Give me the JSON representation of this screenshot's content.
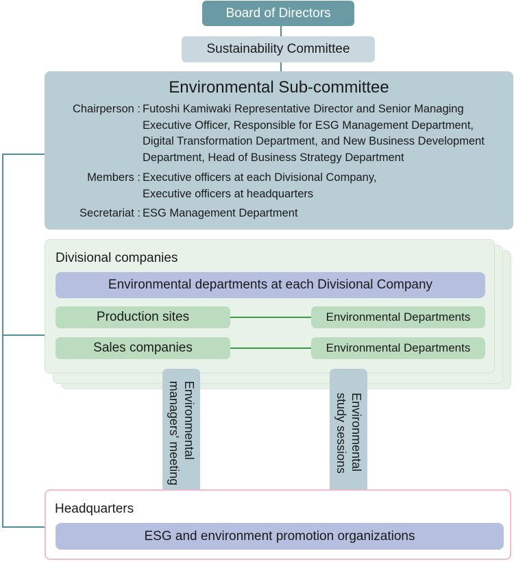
{
  "board": "Board of Directors",
  "sustainability": "Sustainability Committee",
  "env_sub": {
    "title": "Environmental Sub-committee",
    "chair_label": "Chairperson :",
    "chair_lines": [
      "Futoshi Kamiwaki Representative Director and Senior Managing",
      "Executive Officer,  Responsible for ESG Management Department,",
      "Digital Transformation Department, and New Business Development",
      "Department, Head of Business Strategy Department"
    ],
    "members_label": "Members :",
    "members_lines": [
      "Executive officers at each Divisional Company,",
      "Executive officers at headquarters"
    ],
    "secretariat_label": "Secretariat :",
    "secretariat_value": "ESG Management Department"
  },
  "divisional": {
    "title": "Divisional companies",
    "env_depts": "Environmental departments at each Divisional Company",
    "production": "Production sites",
    "sales": "Sales companies",
    "env_dept_1": "Environmental Departments",
    "env_dept_2": "Environmental Departments"
  },
  "meetings": {
    "managers_line1": "Environmental",
    "managers_line2": "managers' meeting",
    "study_line1": "Environmental",
    "study_line2": "study sessions"
  },
  "headquarters": {
    "title": "Headquarters",
    "promo": "ESG and environment promotion organizations"
  },
  "colors": {
    "board": "#6a9ba4",
    "committee": "#b9cdd5",
    "divisional_bg": "#e8f2e8",
    "dept_bar": "#b6bfe0",
    "green_box": "#bcdcc0",
    "hq_border": "#f0bccd",
    "connector": "#4f8f9a",
    "green_line": "#3a9a4a"
  }
}
